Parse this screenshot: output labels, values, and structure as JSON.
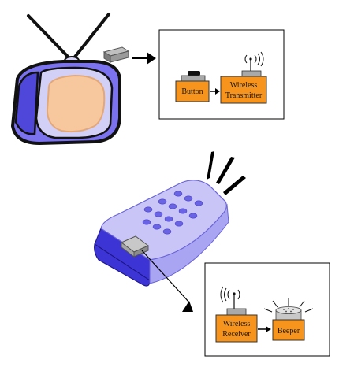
{
  "panel_top": {
    "button_label": "Button",
    "transmitter_label_line1": "Wireless",
    "transmitter_label_line2": "Transmitter"
  },
  "panel_bottom": {
    "receiver_label_line1": "Wireless",
    "receiver_label_line2": "Receiver",
    "beeper_label": "Beeper"
  },
  "icons": [
    "tv-icon",
    "button-device-icon",
    "remote-control-icon",
    "signal-waves-icon",
    "antenna-icon",
    "beeper-icon",
    "arrow-icon"
  ],
  "colors": {
    "component_fill": "#f7941d",
    "tv_screen": "#f7c89e",
    "device_purple": "#6b63e6",
    "device_light": "#c9c6f7",
    "panel_border": "#000000"
  }
}
